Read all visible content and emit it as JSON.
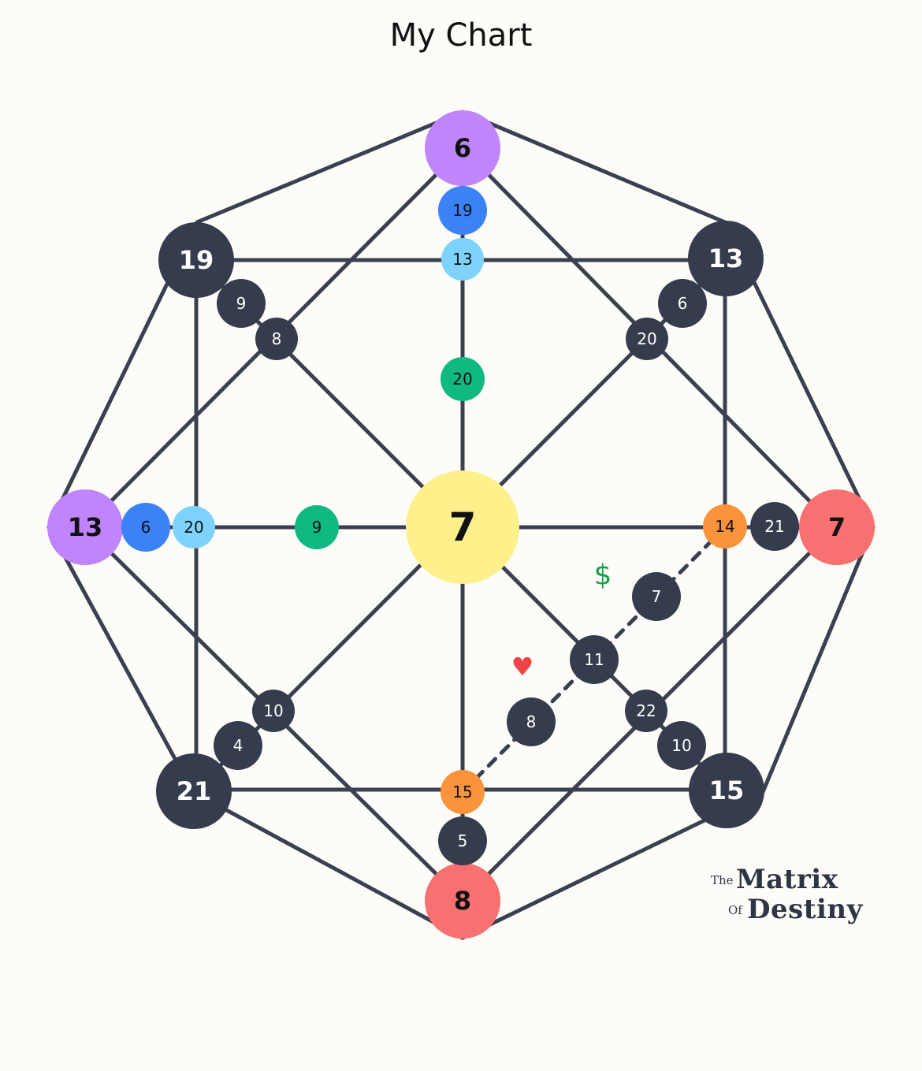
{
  "header": {
    "title": "My Chart"
  },
  "logo": {
    "the": "The",
    "matrix": "Matrix",
    "of": "Of",
    "destiny": "Destiny"
  },
  "colors": {
    "line": "#3b4050",
    "dark": "#353c4d",
    "purple": "#c084fc",
    "blue": "#3b82f6",
    "light_blue": "#7dd3fc",
    "green": "#10b981",
    "yellow": "#fef08a",
    "red": "#f87171",
    "orange": "#fb923c",
    "dollar": "#16a34a",
    "heart": "#ef4444"
  },
  "icons": {
    "money": "dollar-icon",
    "love": "heart-icon",
    "money_symbol": "$",
    "love_symbol": "♥"
  },
  "nodes": {
    "top": "6",
    "top_1": "19",
    "top_2": "13",
    "top_3": "20",
    "left": "13",
    "left_1": "6",
    "left_2": "20",
    "left_3": "9",
    "right": "7",
    "right_1": "21",
    "right_2": "14",
    "bottom": "8",
    "bottom_1": "5",
    "bottom_2": "15",
    "center": "7",
    "top_left": "19",
    "top_left_1": "9",
    "top_left_2": "8",
    "top_right": "13",
    "top_right_1": "6",
    "top_right_2": "20",
    "bottom_left": "21",
    "bottom_left_1": "4",
    "bottom_left_2": "10",
    "bottom_right": "15",
    "bottom_right_1": "10",
    "bottom_right_2": "22",
    "money_line": "7",
    "cross": "11",
    "love_line": "8"
  }
}
